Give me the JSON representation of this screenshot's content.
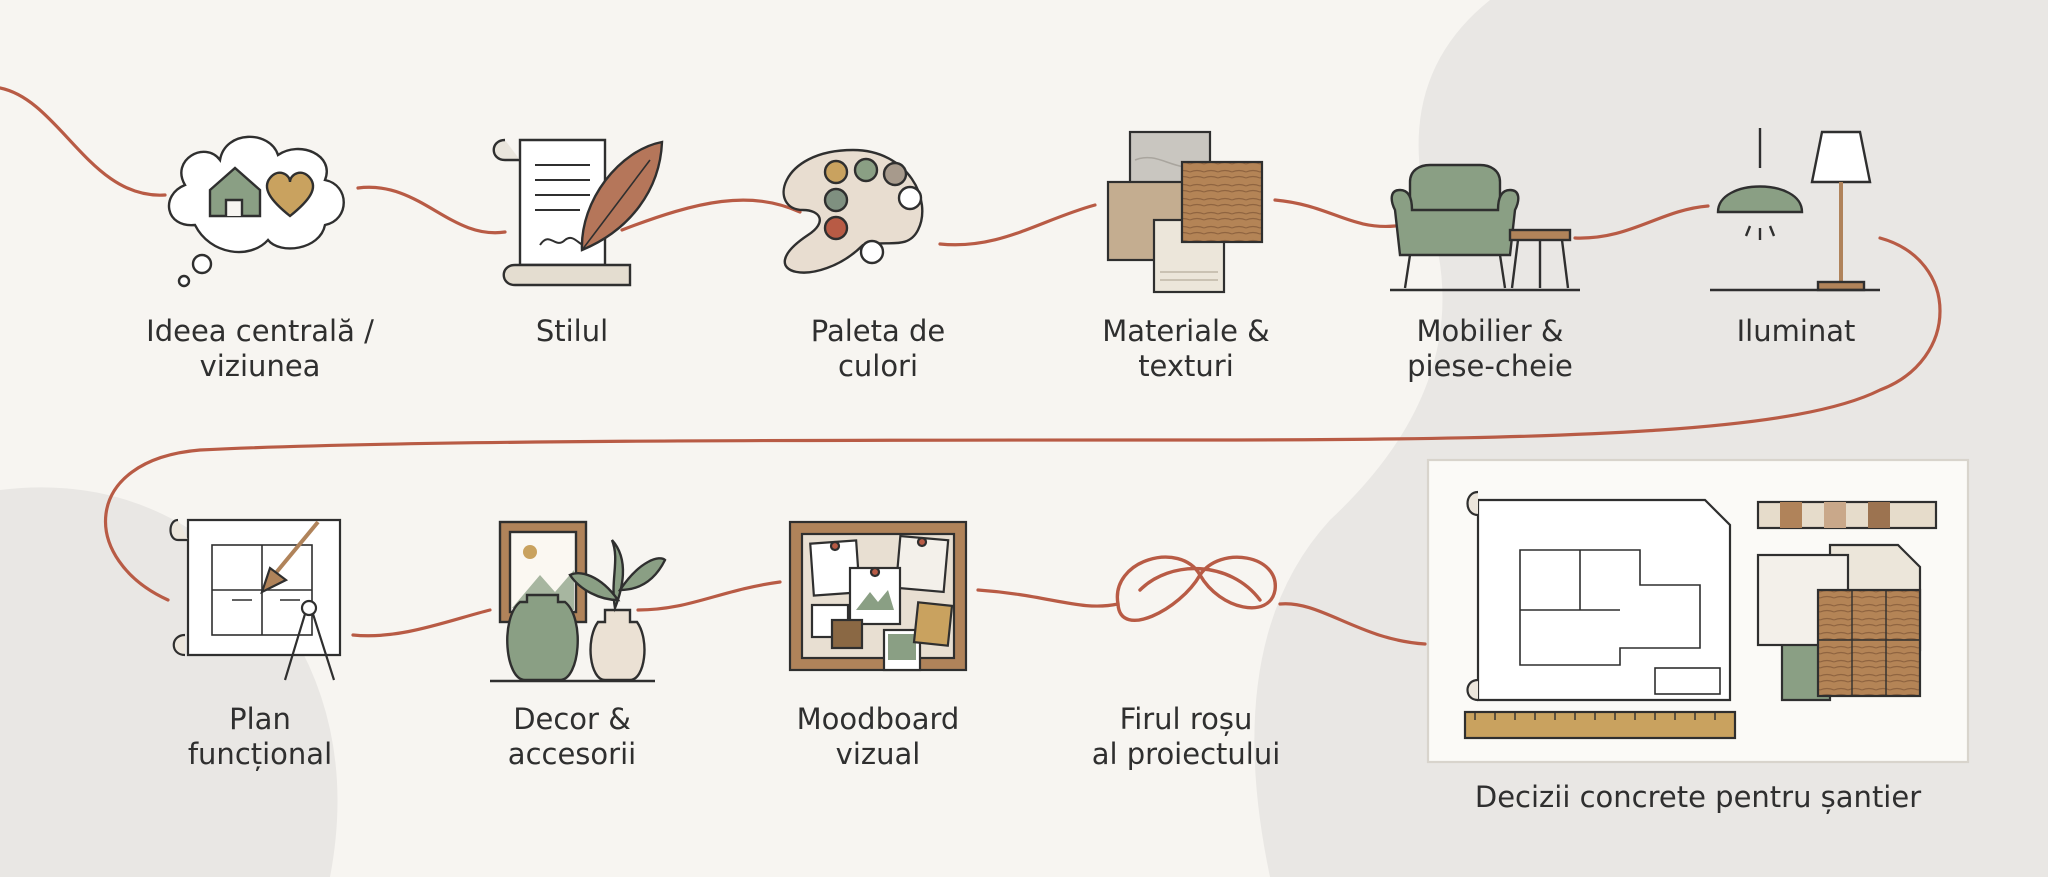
{
  "steps": [
    {
      "label": "Ideea centrală /\nviziunea",
      "icon": "thought-cloud-house-heart-icon"
    },
    {
      "label": "Stilul",
      "icon": "scroll-quill-icon"
    },
    {
      "label": "Paleta de\nculori",
      "icon": "color-palette-icon"
    },
    {
      "label": "Materiale &\ntexturi",
      "icon": "material-swatches-icon"
    },
    {
      "label": "Mobilier &\npiese-cheie",
      "icon": "armchair-side-table-icon"
    },
    {
      "label": "Iluminat",
      "icon": "lamps-icon"
    },
    {
      "label": "Plan\nfuncțional",
      "icon": "floor-plan-compass-icon"
    },
    {
      "label": "Decor &\naccesorii",
      "icon": "frame-vases-icon"
    },
    {
      "label": "Moodboard\nvizual",
      "icon": "moodboard-icon"
    },
    {
      "label": "Firul roșu\nal proiectului",
      "icon": "red-thread-knot-icon"
    }
  ],
  "final": {
    "label": "Decizii concrete pentru șantier",
    "icon": "blueprint-samples-icon"
  },
  "colors": {
    "thread": "#b85b45",
    "sage": "#8a9f84",
    "wood": "#b0835a",
    "outline": "#2f2f2f",
    "background": "#f7f5f1",
    "blob": "#e9e7e4"
  }
}
